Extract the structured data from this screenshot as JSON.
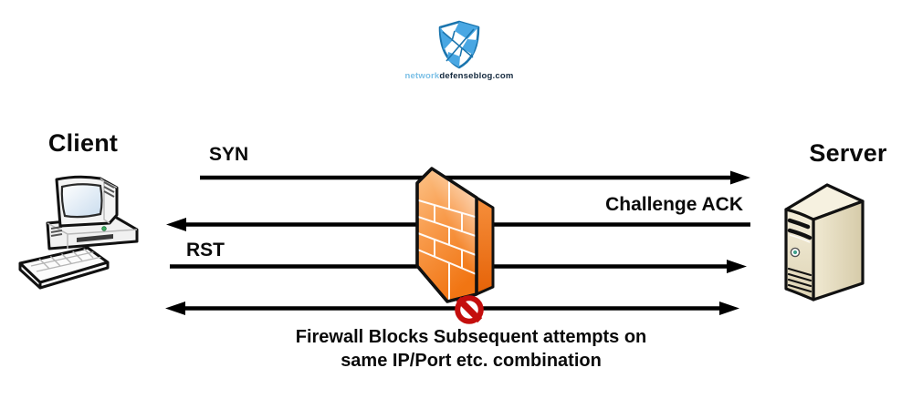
{
  "logo": {
    "brand_prefix": "network",
    "brand_suffix": "defenseblog.com",
    "prefix_color": "#7cc0e6",
    "suffix_color": "#14293e",
    "shield_blue": "#49a7e3"
  },
  "nodes": {
    "client": {
      "label": "Client"
    },
    "server": {
      "label": "Server"
    }
  },
  "flow": {
    "messages": [
      {
        "label": "SYN",
        "from": "client",
        "to": "server",
        "blocked": false
      },
      {
        "label": "Challenge ACK",
        "from": "server",
        "to": "client",
        "blocked": false
      },
      {
        "label": "RST",
        "from": "client",
        "to": "server",
        "blocked": false
      },
      {
        "label": "",
        "from": "client",
        "to": "server",
        "blocked": true
      }
    ]
  },
  "caption": {
    "line1": "Firewall Blocks Subsequent attempts on",
    "line2": "same IP/Port etc. combination"
  },
  "colors": {
    "arrow": "#000000",
    "firewall_light": "#fcb878",
    "firewall_mid": "#f89a4a",
    "firewall_dark": "#f17513",
    "firewall_side": "#e56207",
    "block_red": "#c40e0d",
    "server_beige": "#ede6cc",
    "screen_blue": "#c9dcee"
  }
}
